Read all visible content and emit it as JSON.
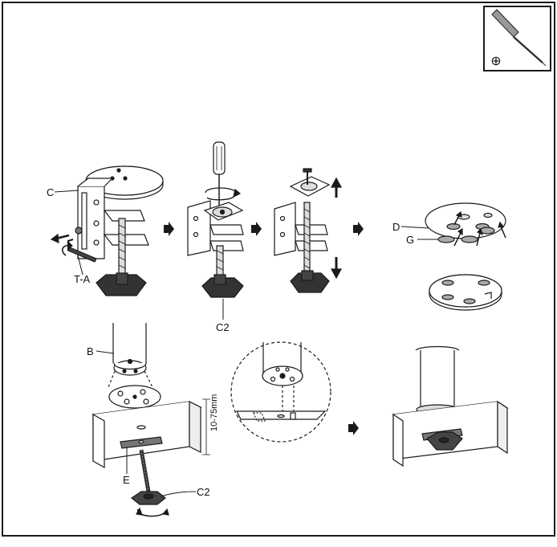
{
  "tool_icon": {
    "name": "phillips-screwdriver-icon",
    "symbol": "⊕"
  },
  "labels": {
    "c": "C",
    "ta": "T-A",
    "c2_top": "C2",
    "d": "D",
    "g": "G",
    "b": "B",
    "range": "10-75mm",
    "e": "E",
    "c2_bottom": "C2"
  },
  "colors": {
    "line": "#1a1a1a",
    "fill": "#ffffff",
    "shade": "#dcdcdc",
    "dark": "#555555"
  }
}
